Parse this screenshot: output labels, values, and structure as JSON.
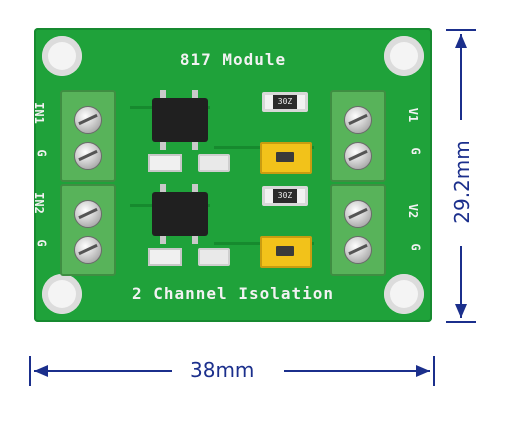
{
  "board": {
    "title": "817 Module",
    "footer": "2 Channel Isolation",
    "labels": {
      "in1": "IN1",
      "g_left_top": "G",
      "in2": "IN2",
      "g_left_bottom": "G",
      "v1": "V1",
      "g_right_top": "G",
      "v2": "V2",
      "g_right_bottom": "G"
    },
    "resistor_code": "30Z"
  },
  "dimensions": {
    "width": "38mm",
    "height": "29.2mm"
  },
  "colors": {
    "pcb": "#1fa23a",
    "terminal": "#58b35a",
    "jumper": "#f2c21a",
    "dimension": "#1b2f8c"
  }
}
